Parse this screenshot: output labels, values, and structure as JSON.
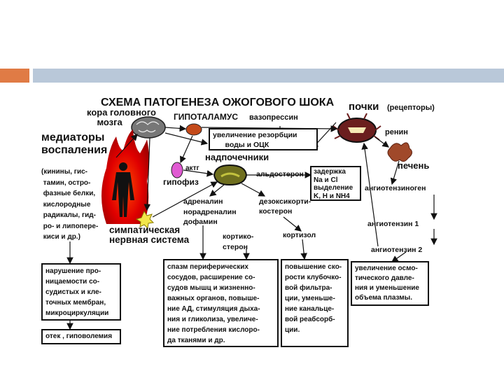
{
  "title": "СХЕМА ПАТОГЕНЕЗА ОЖОГОВОГО ШОКА",
  "labels": {
    "cortex": "кора головного\n    мозга",
    "hypothalamus": "ГИПОТАЛАМУС",
    "vasopressin": "вазопрессин",
    "kidneys": "почки",
    "receptors": "(рецепторы)",
    "renin": "ренин",
    "liver": "печень",
    "mediators_title": "медиаторы\nвоспаления",
    "mediators_list": "(кинины, гис-\n тамин, остро-\n фазные белки,\n кислородные\n радикалы, гид-\n ро- и липопере-\n киси и др.)",
    "adrenals": "надпочечники",
    "acth": "актг",
    "pituitary": "гипофиз",
    "aldosterone": "альдостерон",
    "deoxycorticosterone": "дезоксикорти-\nкостерон",
    "adrenaline": "адреналин\nнорадреналин\nдофамин",
    "corticosterone": "кортико-\nстерон",
    "cortisol": "кортизол",
    "angiotensinogen": "ангиотензиноген",
    "angiotensin1": "ангиотензин 1",
    "angiotensin2": "ангиотензин 2",
    "sympathetic": "симпатическая\nнервная система"
  },
  "boxes": {
    "resorption": "увеличение резорбции\n      воды и ОЦК",
    "retention": "задержка\nNa и Cl\nвыделение\nK, H и NH4",
    "permeability": "нарушение про-\nницаемости со-\nсудистых и кле-\nточных мембран,\nмикроциркуляции",
    "edema": "отек , гиповолемия",
    "spasm": "спазм периферических\nсосудов, расширение со-\nсудов мышц и жизненно-\nважных органов, повыше-\nние АД, стимуляция дыха-\nния и гликолиза, увеличе-\nние потребления кислоро-\nда тканями и др.",
    "filtration": "повышение ско-\nрости клубочко-\nвой фильтра-\nции, уменьше-\nние канальце-\nвой реабсорб-\nции.",
    "osmotic": "увеличение осмо-\nтического давле-\nния и уменьшение\nобъема плазмы."
  }
}
